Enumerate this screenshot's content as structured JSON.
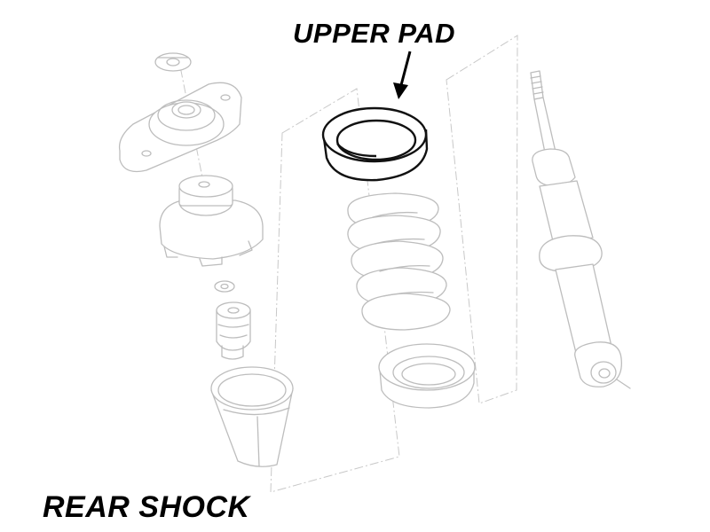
{
  "callout": {
    "text": "UPPER PAD"
  },
  "title": {
    "text": "REAR SHOCK"
  },
  "colors": {
    "highlight": "#111111",
    "linework": "#bdbdbd",
    "text": "#000000"
  },
  "parts": [
    "upper-nut-washer",
    "top-mount",
    "spring-seat-upper",
    "washer",
    "bump-stop",
    "dust-boot",
    "upper-pad",
    "coil-spring",
    "lower-pad",
    "shock-absorber"
  ]
}
